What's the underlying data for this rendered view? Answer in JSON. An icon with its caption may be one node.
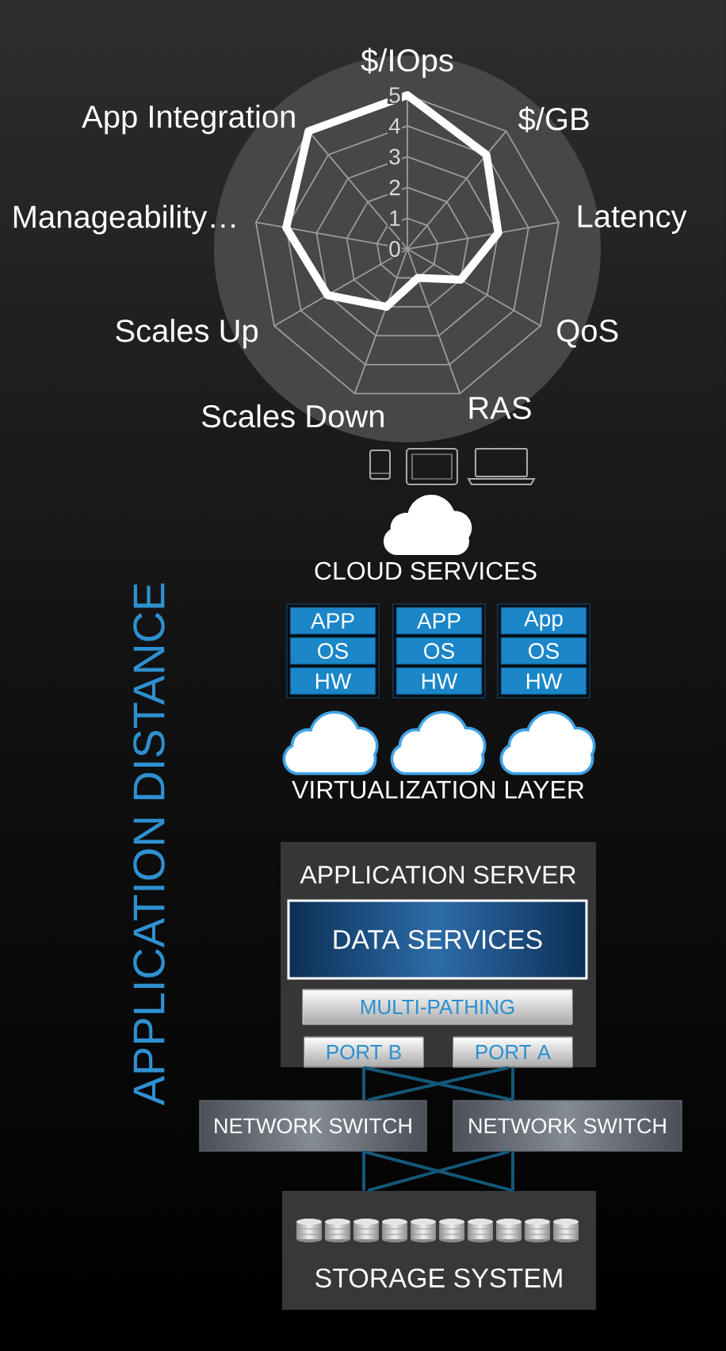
{
  "diagram": {
    "nodes": [
      {
        "text": [
          "CLOUD SERVICES"
        ]
      },
      {
        "text": [],
        "shape": "box"
      },
      {
        "text": [
          "APP"
        ],
        "in": 1
      },
      {
        "text": [
          "OS"
        ],
        "in": 1
      },
      {
        "text": [
          "HW"
        ],
        "in": 1
      },
      {
        "text": [],
        "shape": "box"
      },
      {
        "text": [
          "APP"
        ],
        "in": 5
      },
      {
        "text": [
          "OS"
        ],
        "in": 5
      },
      {
        "text": [
          "HW"
        ],
        "in": 5
      },
      {
        "text": [],
        "shape": "box"
      },
      {
        "text": [
          "App"
        ],
        "in": 9
      },
      {
        "text": [
          "OS"
        ],
        "in": 9
      },
      {
        "text": [
          "HW"
        ],
        "in": 9
      },
      {
        "text": [],
        "shape": "cloud"
      },
      {
        "text": [],
        "shape": "cloud"
      },
      {
        "text": [],
        "shape": "cloud"
      },
      {
        "text": [
          "APPLICATION SERVER"
        ]
      },
      {
        "text": [
          "DATA SERVICES"
        ],
        "in": 16
      },
      {
        "text": [
          "MULTI-PATHING"
        ],
        "in": 16
      },
      {
        "text": [
          "PORT B"
        ],
        "in": 16
      },
      {
        "text": [
          "PORT A"
        ],
        "in": 16
      },
      {
        "text": [
          "NETWORK SWITCH"
        ]
      },
      {
        "text": [
          "NETWORK SWITCH"
        ]
      },
      {
        "text": [
          "STORAGE SYSTEM"
        ]
      }
    ],
    "edges": [
      {
        "from": 19,
        "to": 21,
        "arrow": "none"
      },
      {
        "from": 19,
        "to": 22,
        "arrow": "none"
      },
      {
        "from": 20,
        "to": 21,
        "arrow": "none"
      },
      {
        "from": 20,
        "to": 22,
        "arrow": "none"
      },
      {
        "from": 21,
        "to": 23,
        "arrow": "none"
      },
      {
        "from": 21,
        "to": 23,
        "arrow": "none"
      },
      {
        "from": 22,
        "to": 23,
        "arrow": "none"
      },
      {
        "from": 22,
        "to": 23,
        "arrow": "none"
      }
    ],
    "labels": [
      "APPLICATION DISTANCE",
      "VIRTUALIZATION LAYER"
    ],
    "chart_data": {
      "type": "radar",
      "categories": [
        "$/IOps",
        "$/GB",
        "Latency",
        "QoS",
        "RAS",
        "Scales Down",
        "Scales Up",
        "Manageability…",
        "App Integration"
      ],
      "series": [
        {
          "color": "#ffffff",
          "values": [
            5,
            4,
            3,
            2,
            1,
            2,
            3,
            4,
            5
          ]
        }
      ],
      "ylim": [
        0,
        5
      ],
      "yticks": [
        0,
        1,
        2,
        3,
        4,
        5
      ]
    }
  }
}
